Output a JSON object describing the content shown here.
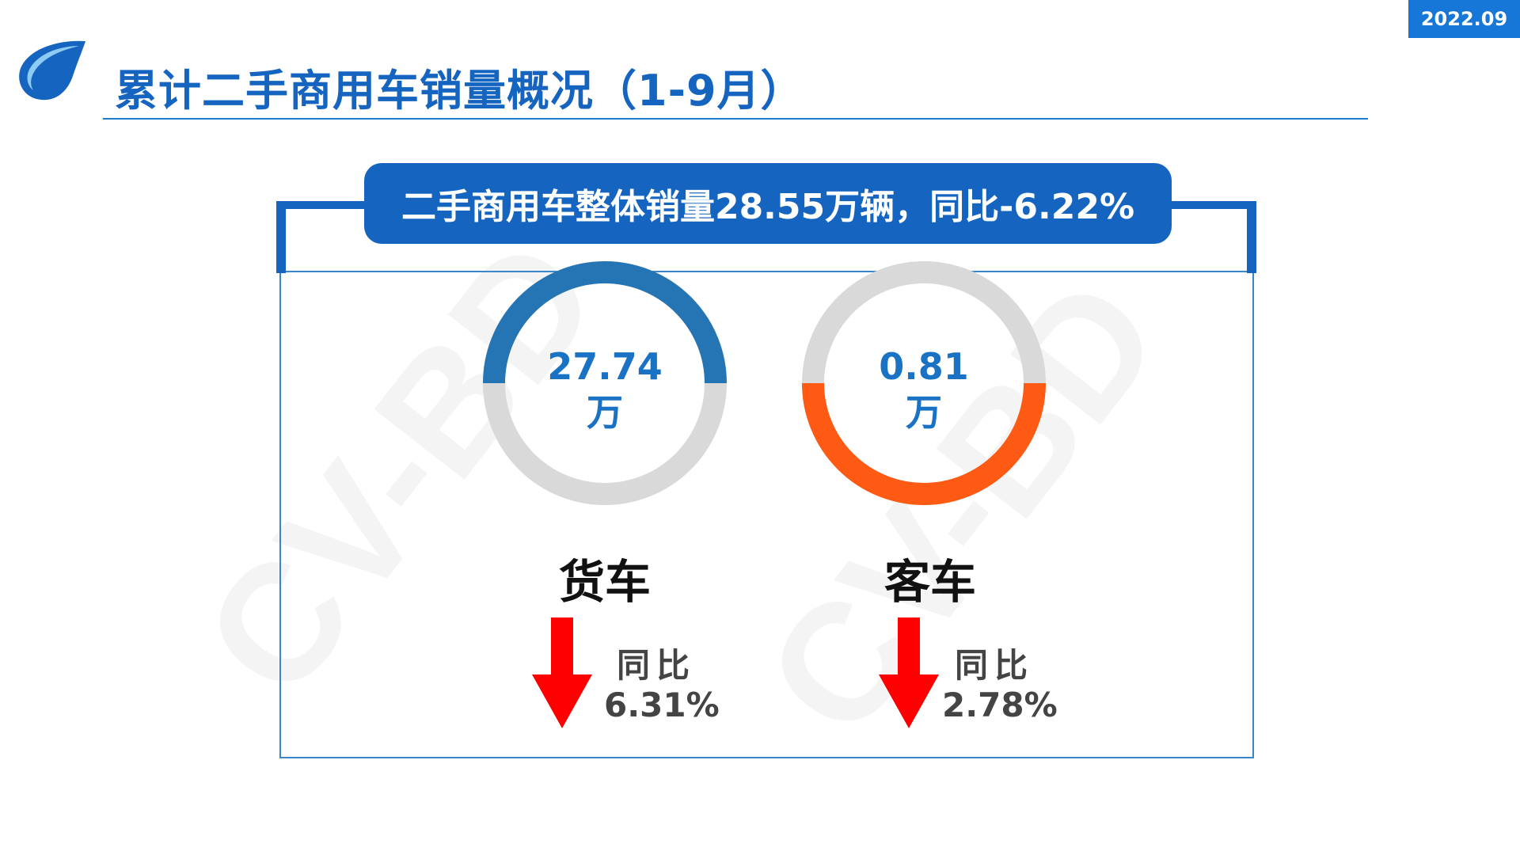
{
  "header": {
    "date_badge": "2022.09",
    "title": "累计二手商用车销量概况（1-9月）"
  },
  "summary": {
    "text": "二手商用车整体销量28.55万辆，同比-6.22%"
  },
  "categories": [
    {
      "name": "货车",
      "value_number": "27.74",
      "value_unit": "万",
      "share_of_total": 0.5,
      "ring_color": "#2575b5",
      "yoy_label": "同比",
      "yoy_value": "6.31%",
      "trend": "down"
    },
    {
      "name": "客车",
      "value_number": "0.81",
      "value_unit": "万",
      "share_of_total": 0.5,
      "ring_color": "#ff5a14",
      "yoy_label": "同比",
      "yoy_value": "2.78%",
      "trend": "down"
    }
  ],
  "colors": {
    "brand_blue": "#1565c0",
    "ring_track": "#d9d9d9",
    "down_arrow": "#ff0000"
  },
  "watermarks": [
    "CV-BD",
    "CV-BD"
  ],
  "icons": {
    "logo": "droplet-logo-icon",
    "trend": "down-arrow-icon"
  }
}
